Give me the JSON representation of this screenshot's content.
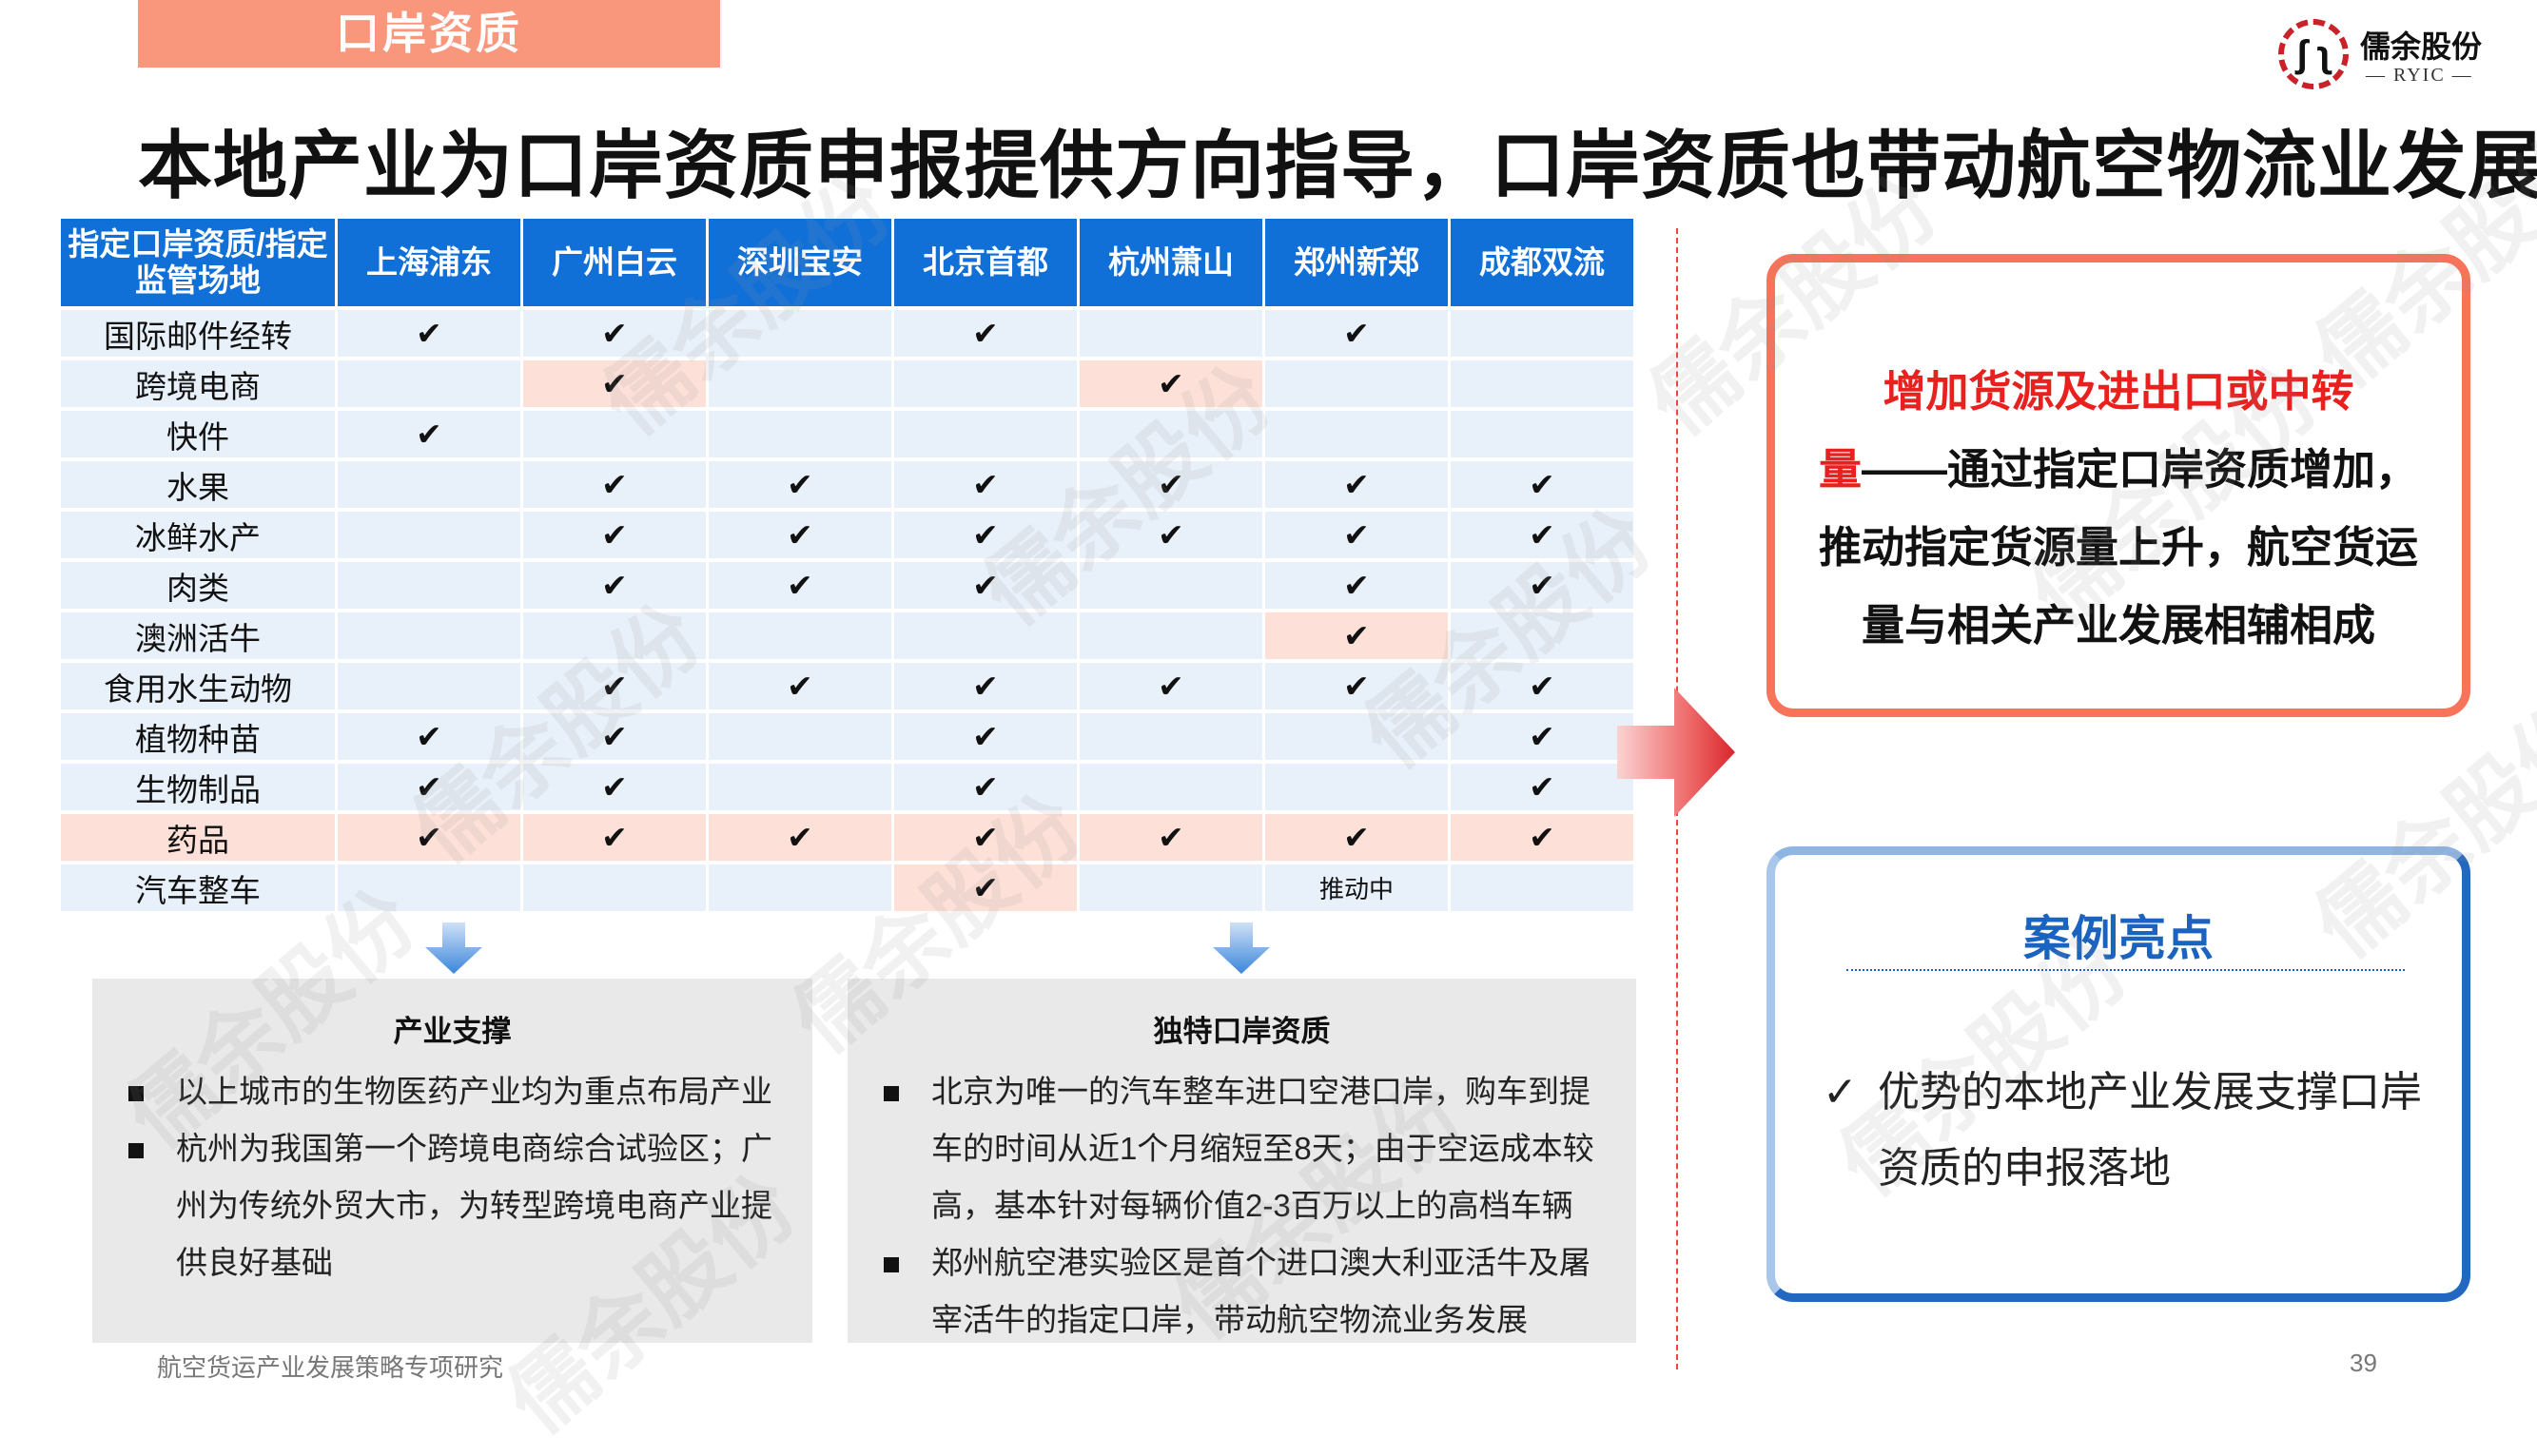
{
  "section_tag": "口岸资质",
  "title": "本地产业为口岸资质申报提供方向指导，口岸资质也带动航空物流业发展",
  "logo": {
    "cn": "儒余股份",
    "en": "— RYIC —"
  },
  "table": {
    "headers": [
      "指定口岸资质/指定监管场地",
      "上海浦东",
      "广州白云",
      "深圳宝安",
      "北京首都",
      "杭州萧山",
      "郑州新郑",
      "成都双流"
    ],
    "rows": [
      {
        "label": "国际邮件经转",
        "cells": [
          "✔",
          "✔",
          "",
          "✔",
          "",
          "✔",
          ""
        ],
        "hl": []
      },
      {
        "label": "跨境电商",
        "cells": [
          "",
          "✔",
          "",
          "",
          "✔",
          "",
          ""
        ],
        "hl": [
          1,
          4
        ]
      },
      {
        "label": "快件",
        "cells": [
          "✔",
          "",
          "",
          "",
          "",
          "",
          ""
        ],
        "hl": []
      },
      {
        "label": "水果",
        "cells": [
          "",
          "✔",
          "✔",
          "✔",
          "✔",
          "✔",
          "✔"
        ],
        "hl": []
      },
      {
        "label": "冰鲜水产",
        "cells": [
          "",
          "✔",
          "✔",
          "✔",
          "✔",
          "✔",
          "✔"
        ],
        "hl": []
      },
      {
        "label": "肉类",
        "cells": [
          "",
          "✔",
          "✔",
          "✔",
          "",
          "✔",
          "✔"
        ],
        "hl": []
      },
      {
        "label": "澳洲活牛",
        "cells": [
          "",
          "",
          "",
          "",
          "",
          "✔",
          ""
        ],
        "hl": [
          5
        ]
      },
      {
        "label": "食用水生动物",
        "cells": [
          "",
          "✔",
          "✔",
          "✔",
          "✔",
          "✔",
          "✔"
        ],
        "hl": []
      },
      {
        "label": "植物种苗",
        "cells": [
          "✔",
          "✔",
          "",
          "✔",
          "",
          "",
          "✔"
        ],
        "hl": []
      },
      {
        "label": "生物制品",
        "cells": [
          "✔",
          "✔",
          "",
          "✔",
          "",
          "",
          "✔"
        ],
        "hl": []
      },
      {
        "label": "药品",
        "cells": [
          "✔",
          "✔",
          "✔",
          "✔",
          "✔",
          "✔",
          "✔"
        ],
        "hl": "row"
      },
      {
        "label": "汽车整车",
        "cells": [
          "",
          "",
          "",
          "✔",
          "",
          "推动中",
          ""
        ],
        "hl": [
          3
        ]
      }
    ]
  },
  "industry_box": {
    "title": "产业支撑",
    "bullets": [
      "以上城市的生物医药产业均为重点布局产业",
      "杭州为我国第一个跨境电商综合试验区；广州为传统外贸大市，为转型跨境电商产业提供良好基础"
    ]
  },
  "port_box": {
    "title": "独特口岸资质",
    "bullets": [
      "北京为唯一的汽车整车进口空港口岸，购车到提车的时间从近1个月缩短至8天；由于空运成本较高，基本针对每辆价值2-3百万以上的高档车辆",
      "郑州航空港实验区是首个进口澳大利亚活牛及屠宰活牛的指定口岸，带动航空物流业务发展"
    ]
  },
  "conclusion": {
    "highlight": "增加货源及进出口或中转量",
    "highlight_a": "增加货源及进出口或中转",
    "highlight_b": "量",
    "text": "——通过指定口岸资质增加，推动指定货源量上升，航空货运量与相关产业发展相辅相成"
  },
  "case": {
    "title": "案例亮点",
    "check": "✓",
    "item": "优势的本地产业发展支撑口岸资质的申报落地"
  },
  "footer": "航空货运产业发展策略专项研究",
  "page_number": "39",
  "watermark": "儒余股份",
  "colors": {
    "header_blue": "#1170d8",
    "highlight": "#fde0d8",
    "accent_red": "#e8201e",
    "tag": "#f9977d"
  }
}
